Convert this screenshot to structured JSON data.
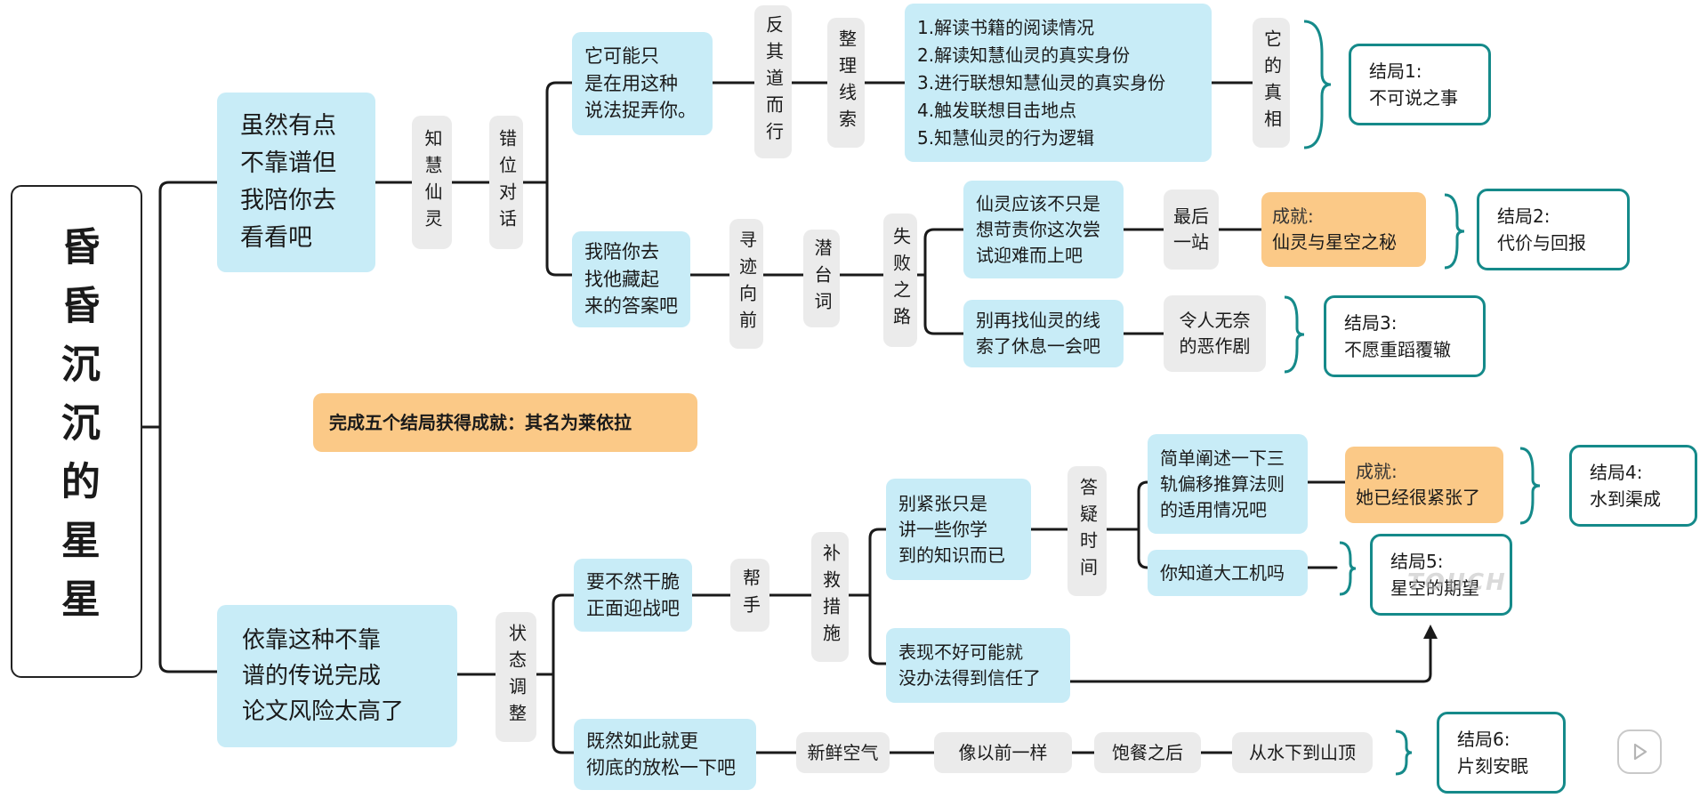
{
  "root": {
    "title": "昏昏沉沉的星星"
  },
  "branch_top": {
    "label": "虽然有点\n不靠谱但\n我陪你去\n看看吧",
    "step1": "知慧仙灵",
    "step2": "错位对话",
    "sub_a": {
      "label": "它可能只\n是在用这种\n说法捉弄你。",
      "step1": "反其道而行",
      "step2": "整理线索",
      "clues": "1.解读书籍的阅读情况\n2.解读知慧仙灵的真实身份\n3.进行联想知慧仙灵的真实身份\n4.触发联想目击地点\n5.知慧仙灵的行为逻辑",
      "result": "它的真相",
      "ending": "结局1:\n不可说之事"
    },
    "sub_b": {
      "label": "我陪你去\n找他藏起\n来的答案吧",
      "step1": "寻迹向前",
      "step2": "潜台词",
      "step3": "失败之路",
      "opt1": "仙灵应该不只是\n想苛责你这次尝\n试迎难而上吧",
      "opt1_step": "最后\n一站",
      "achievement1": {
        "title": "成就:",
        "name": "仙灵与星空之秘"
      },
      "ending2": "结局2:\n代价与回报",
      "opt2": "别再找仙灵的线\n索了休息一会吧",
      "opt2_step": "令人无奈\n的恶作剧",
      "ending3": "结局3:\n不愿重蹈覆辙"
    }
  },
  "achievement_center": "完成五个结局获得成就：其名为莱依拉",
  "branch_bottom": {
    "label": "依靠这种不靠\n谱的传说完成\n论文风险太高了",
    "step1": "状态调整",
    "sub_a": {
      "label": "要不然干脆\n正面迎战吧",
      "step1": "帮手",
      "step2": "补救措施",
      "opt1": "别紧张只是\n讲一些你学\n到的知识而已",
      "opt1_step": "答疑时间",
      "opt1a": "简单阐述一下三\n轨偏移推算法则\n的适用情况吧",
      "achievement2": {
        "title": "成就:",
        "name": "她已经很紧张了"
      },
      "ending4": "结局4:\n水到渠成",
      "opt1b": "你知道大工机吗",
      "ending5": "结局5:\n星空的期望",
      "opt2": "表现不好可能就\n没办法得到信任了"
    },
    "sub_b": {
      "label": "既然如此就更\n彻底的放松一下吧",
      "chain": [
        "新鲜空气",
        "像以前一样",
        "饱餐之后",
        "从水下到山顶"
      ],
      "ending6": "结局6:\n片刻安眠"
    }
  },
  "watermark": "TOUCH",
  "icons": {
    "play": "play-icon"
  },
  "colors": {
    "node_blue": "#c8ecf7",
    "node_gray": "#ebebeb",
    "node_orange": "#fbc987",
    "ending_border": "#158a8a",
    "line": "#1a1a1a"
  }
}
